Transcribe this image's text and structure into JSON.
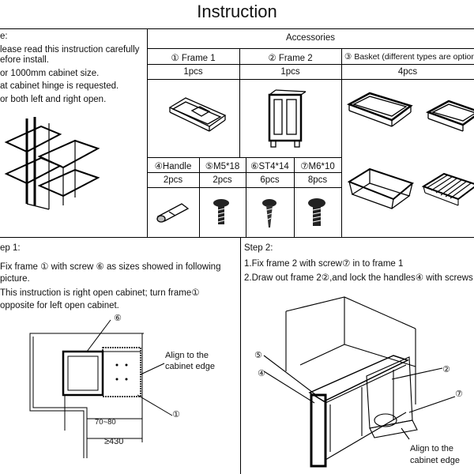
{
  "title": "Instruction",
  "notes": {
    "heading": "e:",
    "lines": [
      "lease read this instruction carefully",
      "efore install.",
      "or 1000mm cabinet size.",
      "at cabinet hinge is requested.",
      "or both left and right open."
    ]
  },
  "accessories": {
    "header": "Accessories",
    "top_row": [
      {
        "name": "① Frame 1",
        "qty": "1pcs"
      },
      {
        "name": "② Frame 2",
        "qty": "1pcs"
      },
      {
        "name": "③ Basket (different types are option",
        "qty": "4pcs"
      }
    ],
    "bottom_row": [
      {
        "name": "④Handle",
        "qty": "2pcs"
      },
      {
        "name": "⑤M5*18",
        "qty": "2pcs"
      },
      {
        "name": "⑥ST4*14",
        "qty": "6pcs"
      },
      {
        "name": "⑦M6*10",
        "qty": "8pcs"
      }
    ]
  },
  "step1": {
    "heading": "ep 1:",
    "lines": [
      "Fix frame ①  with screw ⑥ as sizes showed in following",
      "picture.",
      "This instruction is right open cabinet;  turn frame①",
      "opposite for left open cabinet."
    ],
    "callouts": {
      "screw": "⑥",
      "frame": "①"
    },
    "align_1": "Align to the",
    "align_2": "cabinet edge",
    "dim_a": "70~80",
    "dim_b": "≥430"
  },
  "step2": {
    "heading": "Step 2:",
    "lines": [
      "1.Fix frame 2  with screw⑦ in to frame 1",
      "2.Draw out frame 2②,and  lock the handles④ with screws"
    ],
    "callouts": {
      "c5": "⑤",
      "c4": "④",
      "c2": "②",
      "c7": "⑦"
    },
    "align_1": "Align to the",
    "align_2": "cabinet edge"
  }
}
